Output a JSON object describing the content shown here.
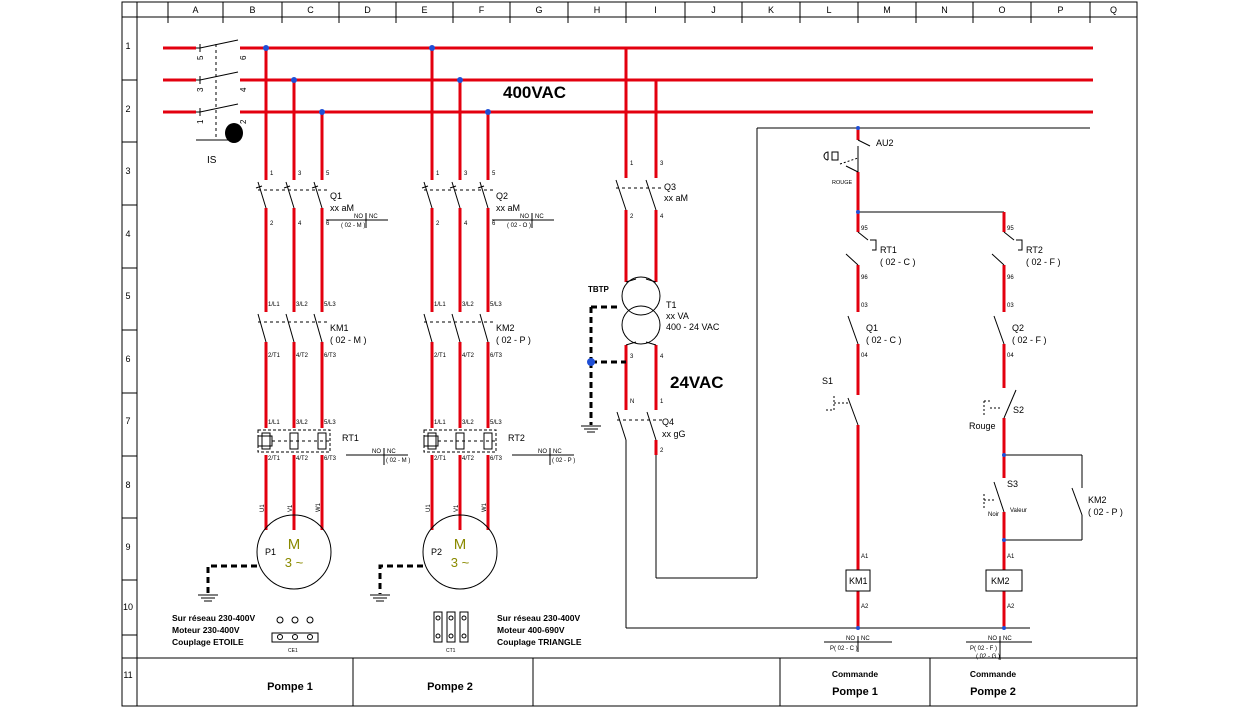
{
  "grid": {
    "columns": [
      "A",
      "B",
      "C",
      "D",
      "E",
      "F",
      "G",
      "H",
      "I",
      "J",
      "K",
      "L",
      "M",
      "N",
      "O",
      "P",
      "Q"
    ],
    "rows": [
      "1",
      "2",
      "3",
      "4",
      "5",
      "6",
      "7",
      "8",
      "9",
      "10",
      "11"
    ]
  },
  "colors": {
    "power": "#e3000f",
    "bus": "#1f4fd6",
    "line": "#000000",
    "motor_text": "#8a8a00"
  },
  "labels": {
    "supply_voltage": "400VAC",
    "control_voltage": "24VAC",
    "isolator": "IS",
    "tbtp": "TBTP",
    "rouge_lower": "ROUGE",
    "rouge": "Rouge",
    "noir": "Noir",
    "valeur": "Valeur",
    "motor_m": "M",
    "motor_phase": "3 ~"
  },
  "isolator_terminals": [
    "5",
    "3",
    "1",
    "6",
    "4",
    "2"
  ],
  "terminals": {
    "top": [
      "1",
      "3",
      "5"
    ],
    "bottom": [
      "2",
      "4",
      "6"
    ],
    "contactor_top": [
      "1/L1",
      "3/L2",
      "5/L3"
    ],
    "contactor_bottom": [
      "2/T1",
      "4/T2",
      "6/T3"
    ],
    "motor": [
      "U1",
      "V1",
      "W1"
    ],
    "q3_top": [
      "1",
      "3"
    ],
    "q3_bottom": [
      "2",
      "4"
    ],
    "t1_bottom": [
      "3",
      "4"
    ],
    "q4_top": [
      "N",
      "1"
    ],
    "q4_bottom": [
      "2"
    ],
    "rt_contacts": [
      "95",
      "96"
    ],
    "q_contacts": [
      "03",
      "04"
    ],
    "coil": [
      "A1",
      "A2"
    ]
  },
  "components": {
    "q1": {
      "name": "Q1",
      "rating": "xx aM",
      "ref": "( 02 - M )"
    },
    "q2": {
      "name": "Q2",
      "rating": "xx aM",
      "ref": "( 02 - O )"
    },
    "km1": {
      "name": "KM1",
      "ref": "( 02 - M )"
    },
    "km2": {
      "name": "KM2",
      "ref": "( 02 - P )"
    },
    "rt1": {
      "name": "RT1",
      "ref": "( 02 - M )"
    },
    "rt2": {
      "name": "RT2",
      "ref": "( 02 - P )"
    },
    "p1": {
      "name": "P1"
    },
    "p2": {
      "name": "P2"
    },
    "q3": {
      "name": "Q3",
      "rating": "xx aM"
    },
    "t1": {
      "name": "T1",
      "rating": "xx VA",
      "ratio": "400 - 24 VAC"
    },
    "q4": {
      "name": "Q4",
      "rating": "xx gG"
    },
    "au2": {
      "name": "AU2"
    },
    "rt1_ctrl": {
      "name": "RT1",
      "ref": "( 02 - C )"
    },
    "rt2_ctrl": {
      "name": "RT2",
      "ref": "( 02 - F )"
    },
    "q1_ctrl": {
      "name": "Q1",
      "ref": "( 02 - C )"
    },
    "q2_ctrl": {
      "name": "Q2",
      "ref": "( 02 - F )"
    },
    "s1": {
      "name": "S1"
    },
    "s2": {
      "name": "S2"
    },
    "s3": {
      "name": "S3"
    },
    "km2_hold": {
      "name": "KM2",
      "ref": "( 02 - P )"
    },
    "km1_coil": {
      "name": "KM1"
    },
    "km2_coil": {
      "name": "KM2"
    }
  },
  "contact_table": {
    "no": "NO",
    "nc": "NC",
    "km1_ref": "P( 02 - C )",
    "km2_ref1": "P( 02 - F )",
    "km2_ref2": "( 02 - G )"
  },
  "notes": {
    "etoile": {
      "line1": "Sur réseau 230-400V",
      "line2": "Moteur 230-400V",
      "line3": "Couplage ETOILE",
      "tag": "CE1"
    },
    "triangle": {
      "line1": "Sur réseau 230-400V",
      "line2": "Moteur 400-690V",
      "line3": "Couplage TRIANGLE",
      "tag": "CT1"
    }
  },
  "title_block": {
    "pompe1": "Pompe 1",
    "pompe2": "Pompe 2",
    "commande": "Commande",
    "cmd_pompe1": "Pompe 1",
    "cmd_pompe2": "Pompe 2"
  }
}
